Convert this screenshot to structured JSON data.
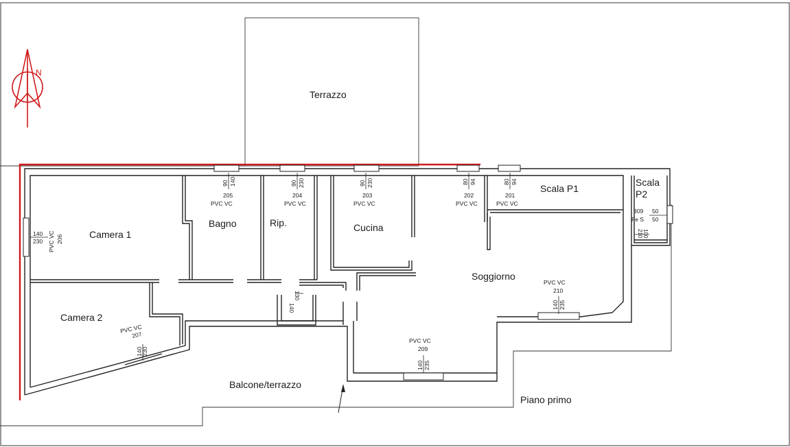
{
  "rooms": {
    "terrazzo": "Terrazzo",
    "camera1": "Camera 1",
    "camera2": "Camera 2",
    "bagno": "Bagno",
    "rip": "Rip.",
    "cucina": "Cucina",
    "soggiorno": "Soggiorno",
    "scala_p1": "Scala P1",
    "scala_p2_line1": "Scala",
    "scala_p2_line2": "P2",
    "balcone": "Balcone/terrazzo",
    "piano": "Piano primo"
  },
  "compass": {
    "label": "N",
    "icon": "north-arrow-icon"
  },
  "windows": {
    "w205": {
      "w": "90",
      "h": "140",
      "code": "205",
      "mat": "PVC  VC"
    },
    "w204": {
      "w": "90",
      "h": "230",
      "code": "204",
      "mat": "PVC  VC"
    },
    "w203": {
      "w": "90",
      "h": "230",
      "code": "203",
      "mat": "PVC  VC"
    },
    "w202": {
      "w": "80",
      "h": "94",
      "code": "202",
      "mat": "PVC  VC"
    },
    "w201": {
      "w": "80",
      "h": "94",
      "code": "201",
      "mat": "PVC  VC"
    },
    "w206": {
      "w": "140",
      "h": "230",
      "mat": "PVC  VC",
      "code": "206"
    },
    "w207": {
      "mat": "PVC  VC",
      "code": "207",
      "w": "140",
      "h": "230"
    },
    "w210": {
      "mat": "PVC  VC",
      "code": "210",
      "w": "140",
      "h": "235"
    },
    "w209": {
      "mat": "PVC  VC",
      "code": "209",
      "w": "140",
      "h": "235"
    },
    "door130": {
      "w": "130",
      "h": "140"
    },
    "w309": {
      "code": "309",
      "mat": "Fe  S",
      "w": "50",
      "h": "50"
    },
    "w_side": {
      "a": "100",
      "b": "210"
    }
  },
  "colors": {
    "boundary": "#d0191b",
    "walls": "#222222"
  }
}
